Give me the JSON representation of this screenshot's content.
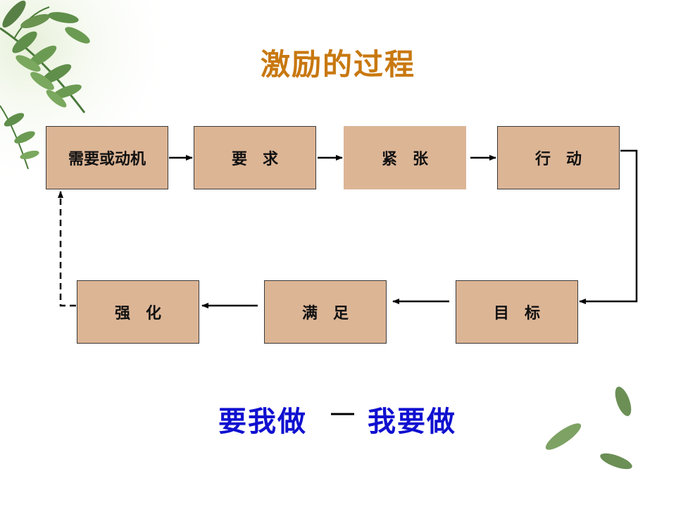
{
  "title": "激励的过程",
  "colors": {
    "title": "#c8780f",
    "box_fill": "#dcb595",
    "slogan": "#1010d0",
    "arrow": "#000000"
  },
  "flow": {
    "top_row": [
      "需要或动机",
      "要　求",
      "紧　张",
      "行　动"
    ],
    "bottom_row": [
      "目　标",
      "满　足",
      "强　化"
    ]
  },
  "slogan": {
    "left": "要我做",
    "right": "我要做"
  },
  "decorations": [
    "fern-leaves-icon",
    "small-leaves-icon"
  ]
}
